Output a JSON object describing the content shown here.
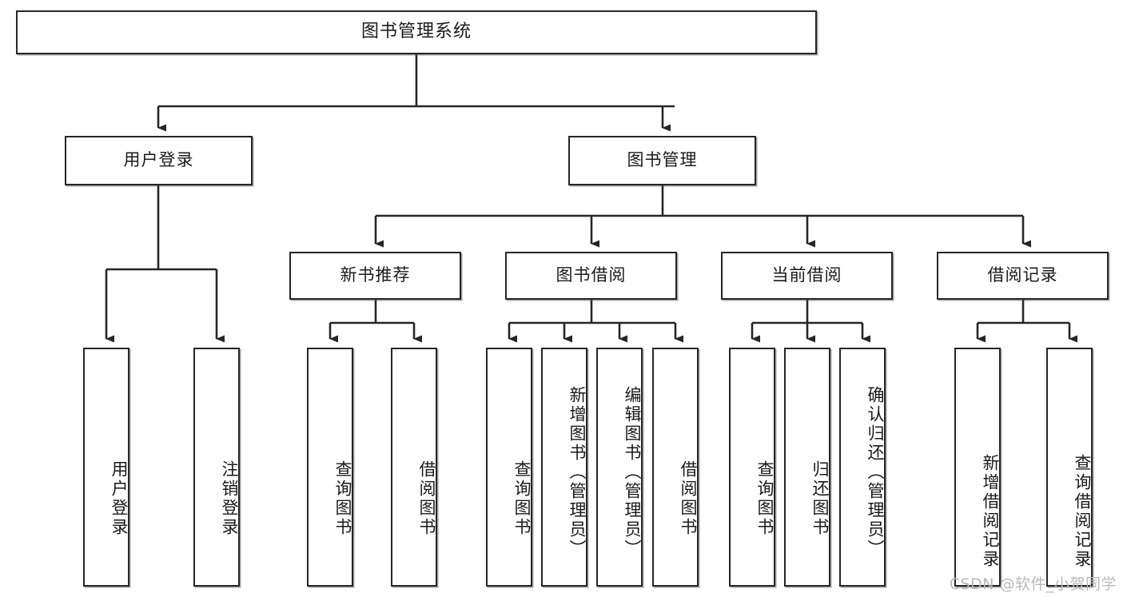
{
  "diagram": {
    "title": "图书管理系统",
    "type": "tree",
    "watermark": "CSDN @软件_小贺同学",
    "colors": {
      "box_border": "#262626",
      "box_fill": "#ffffff",
      "connector": "#262626",
      "text": "#1a1a1a",
      "watermark": "#b9b9b9"
    },
    "root": {
      "label": "图书管理系统"
    },
    "level2": [
      {
        "label": "用户登录"
      },
      {
        "label": "图书管理"
      }
    ],
    "level3": [
      {
        "label": "新书推荐"
      },
      {
        "label": "图书借阅"
      },
      {
        "label": "当前借阅"
      },
      {
        "label": "借阅记录"
      }
    ],
    "leaves": {
      "user_login": [
        {
          "label": "用户登录"
        },
        {
          "label": "注销登录"
        }
      ],
      "new_book_recommend": [
        {
          "label": "查询图书"
        },
        {
          "label": "借阅图书"
        }
      ],
      "book_borrow": [
        {
          "label": "查询图书"
        },
        {
          "label": "新增图书（管理员）"
        },
        {
          "label": "编辑图书（管理员）"
        },
        {
          "label": "借阅图书"
        }
      ],
      "current_borrow": [
        {
          "label": "查询图书"
        },
        {
          "label": "归还图书"
        },
        {
          "label": "确认归还（管理员）"
        }
      ],
      "borrow_record": [
        {
          "label": "新增借阅记录"
        },
        {
          "label": "查询借阅记录"
        }
      ]
    }
  }
}
